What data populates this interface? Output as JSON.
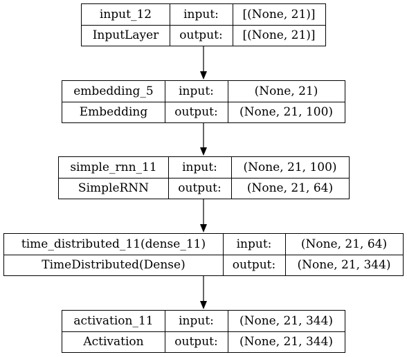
{
  "layers": [
    {
      "name": "input_12",
      "type": "InputLayer",
      "input_label": "input:",
      "output_label": "output:",
      "input_shape": "[(None, 21)]",
      "output_shape": "[(None, 21)]"
    },
    {
      "name": "embedding_5",
      "type": "Embedding",
      "input_label": "input:",
      "output_label": "output:",
      "input_shape": "(None, 21)",
      "output_shape": "(None, 21, 100)"
    },
    {
      "name": "simple_rnn_11",
      "type": "SimpleRNN",
      "input_label": "input:",
      "output_label": "output:",
      "input_shape": "(None, 21, 100)",
      "output_shape": "(None, 21, 64)"
    },
    {
      "name": "time_distributed_11(dense_11)",
      "type": "TimeDistributed(Dense)",
      "input_label": "input:",
      "output_label": "output:",
      "input_shape": "(None, 21, 64)",
      "output_shape": "(None, 21, 344)"
    },
    {
      "name": "activation_11",
      "type": "Activation",
      "input_label": "input:",
      "output_label": "output:",
      "input_shape": "(None, 21, 344)",
      "output_shape": "(None, 21, 344)"
    }
  ]
}
